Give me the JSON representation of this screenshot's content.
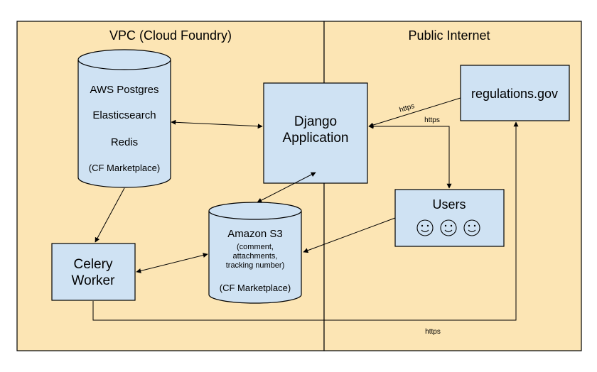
{
  "colors": {
    "zone_fill": "#fce5b4",
    "node_fill": "#cfe2f3",
    "stroke": "#000000"
  },
  "zones": {
    "vpc": "VPC (Cloud Foundry)",
    "internet": "Public Internet"
  },
  "datastore": {
    "line1": "AWS Postgres",
    "line2": "Elasticsearch",
    "line3": "Redis",
    "line4": "(CF Marketplace)"
  },
  "django": {
    "line1": "Django",
    "line2": "Application"
  },
  "regulations": {
    "label": "regulations.gov"
  },
  "users": {
    "label": "Users",
    "icons": [
      "smiley-face-icon",
      "smiley-face-icon",
      "smiley-face-icon"
    ]
  },
  "s3": {
    "line1": "Amazon S3",
    "line2": "(comment,",
    "line3": "attachments,",
    "line4": "tracking number)",
    "line5": "(CF Marketplace)"
  },
  "celery": {
    "line1": "Celery",
    "line2": "Worker"
  },
  "edges": {
    "regs_to_django": "https",
    "django_users": "https",
    "celery_to_regs": "https"
  }
}
